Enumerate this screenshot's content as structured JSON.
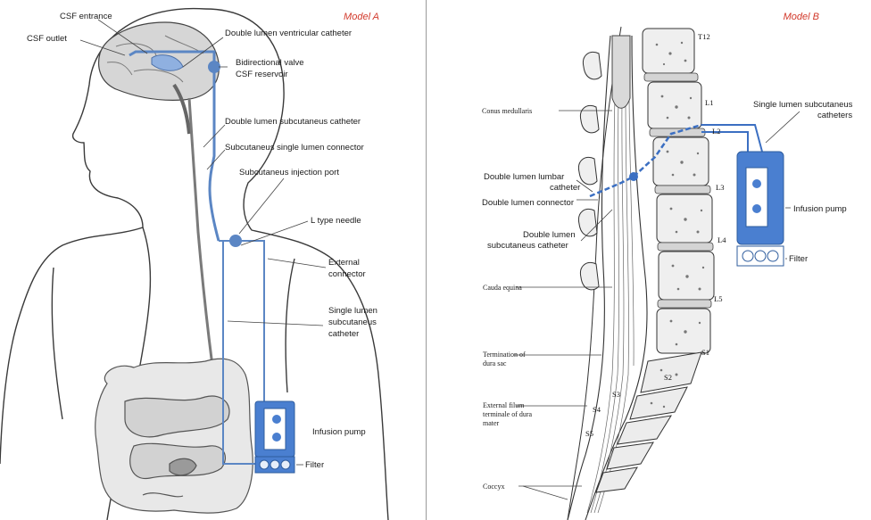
{
  "modelA": {
    "title": "Model A",
    "labels": {
      "csf_entrance": "CSF entrance",
      "csf_outlet": "CSF outlet",
      "ventricular_catheter": "Double lumen ventricular catheter",
      "valve_1": "Bidirectional valve",
      "valve_2": "CSF reservoir",
      "subcut_catheter": "Double lumen subcutaneus catheter",
      "connector": "Subcutaneus single lumen connector",
      "injection_port": "Subcutaneus injection port",
      "l_needle": "L type needle",
      "ext_connector_1": "External",
      "ext_connector_2": "connector",
      "single_lumen_1": "Single lumen",
      "single_lumen_2": "subcutaneus",
      "single_lumen_3": "catheter",
      "pump": "Infusion pump",
      "filter": "Filter"
    }
  },
  "modelB": {
    "title": "Model B",
    "labels": {
      "conus": "Conus medullaris",
      "lumbar_catheter_1": "Double lumen lumbar",
      "lumbar_catheter_2": "catheter",
      "dl_connector": "Double lumen connector",
      "dl_subcut_1": "Double lumen",
      "dl_subcut_2": "subcutaneus catheter",
      "cauda": "Cauda equina",
      "termination_1": "Termination of",
      "termination_2": "dura sac",
      "filum_1": "External filum",
      "filum_2": "terminale of dura",
      "filum_3": "mater",
      "coccyx": "Coccyx",
      "single_subcut_1": "Single lumen subcutaneus",
      "single_subcut_2": "catheters",
      "pump": "Infusion pump",
      "filter": "Filter"
    },
    "vertebrae": [
      "T12",
      "L1",
      "L2",
      "L3",
      "L4",
      "L5",
      "S1",
      "S2",
      "S3",
      "S4",
      "S5"
    ]
  },
  "colors": {
    "catheter": "#5b86c4",
    "pump": "#4a7fd0",
    "title": "#d23a2c"
  }
}
